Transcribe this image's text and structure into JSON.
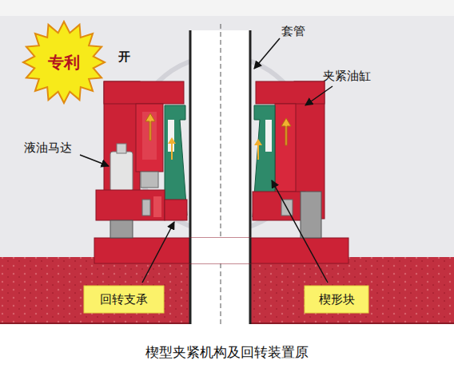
{
  "diagram": {
    "caption": "楔型夹紧机构及回转装置原",
    "nodes": [
      {
        "text": [
          "专利"
        ]
      },
      {
        "text": [
          "回转支承"
        ]
      },
      {
        "text": [
          "楔形块"
        ]
      }
    ],
    "labels": [
      "开",
      "套管",
      "夹紧油缸",
      "液油马达"
    ]
  }
}
